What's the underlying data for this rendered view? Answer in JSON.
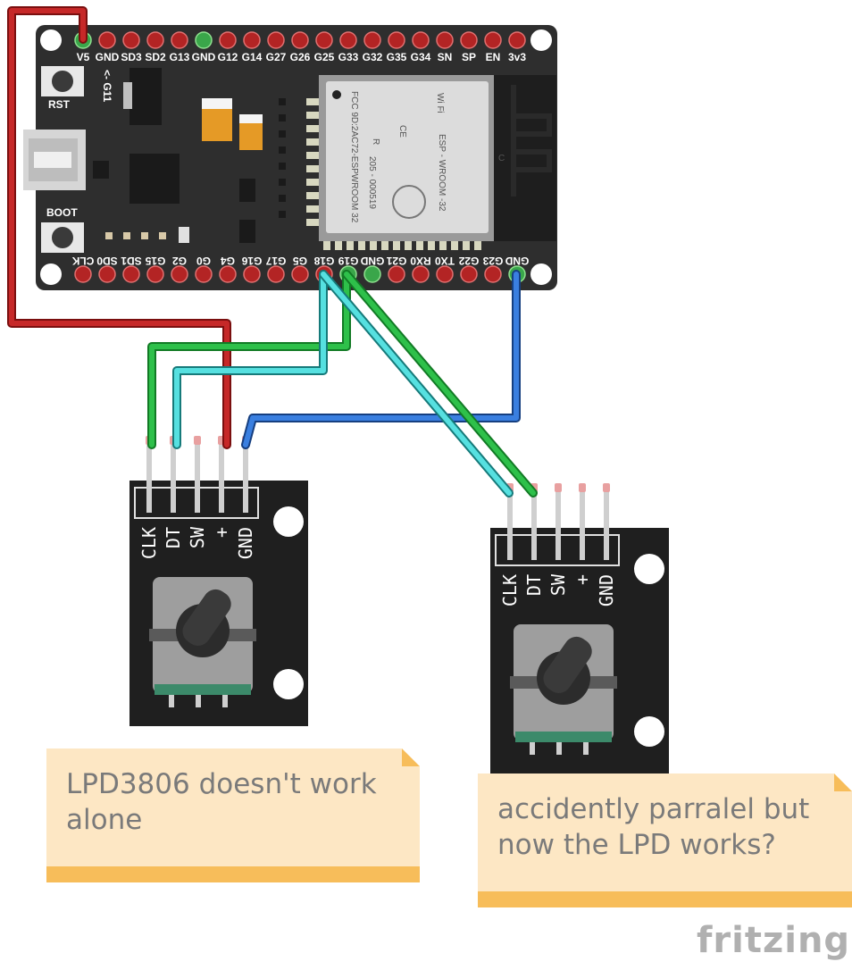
{
  "board": {
    "top_pins": [
      "V5",
      "GND",
      "SD3",
      "SD2",
      "G13",
      "GND",
      "G12",
      "G14",
      "G27",
      "G26",
      "G25",
      "G33",
      "G32",
      "G35",
      "G34",
      "SN",
      "SP",
      "EN",
      "3v3"
    ],
    "bottom_pins": [
      "CLK",
      "SD0",
      "SD1",
      "G15",
      "G2",
      "G0",
      "G4",
      "G16",
      "G17",
      "G5",
      "G18",
      "G19",
      "GND",
      "G21",
      "RX0",
      "TX0",
      "G22",
      "G23",
      "GND"
    ],
    "buttons": {
      "rst": "RST",
      "boot": "BOOT"
    },
    "side_label": "<- G11",
    "module": {
      "fcc": "FCC 9D:2AC72-ESPWROOM 32",
      "cert": "205 - 000519",
      "name": "ESP - WROOM -32",
      "wifi": "Wi Fi",
      "ce": "CE",
      "r": "R",
      "c": "C"
    }
  },
  "encoder_pins": [
    "CLK",
    "DT",
    "SW",
    "+",
    "GND"
  ],
  "notes": [
    {
      "text": "LPD3806 doesn't work alone"
    },
    {
      "text": "accidently parralel but now the LPD works?"
    }
  ],
  "brand": "fritzing",
  "colors": {
    "red": "#b91c1c",
    "green": "#22b03a",
    "cyan": "#3fd6d6",
    "blue": "#2a6fd1",
    "board": "#2e2e2e"
  }
}
